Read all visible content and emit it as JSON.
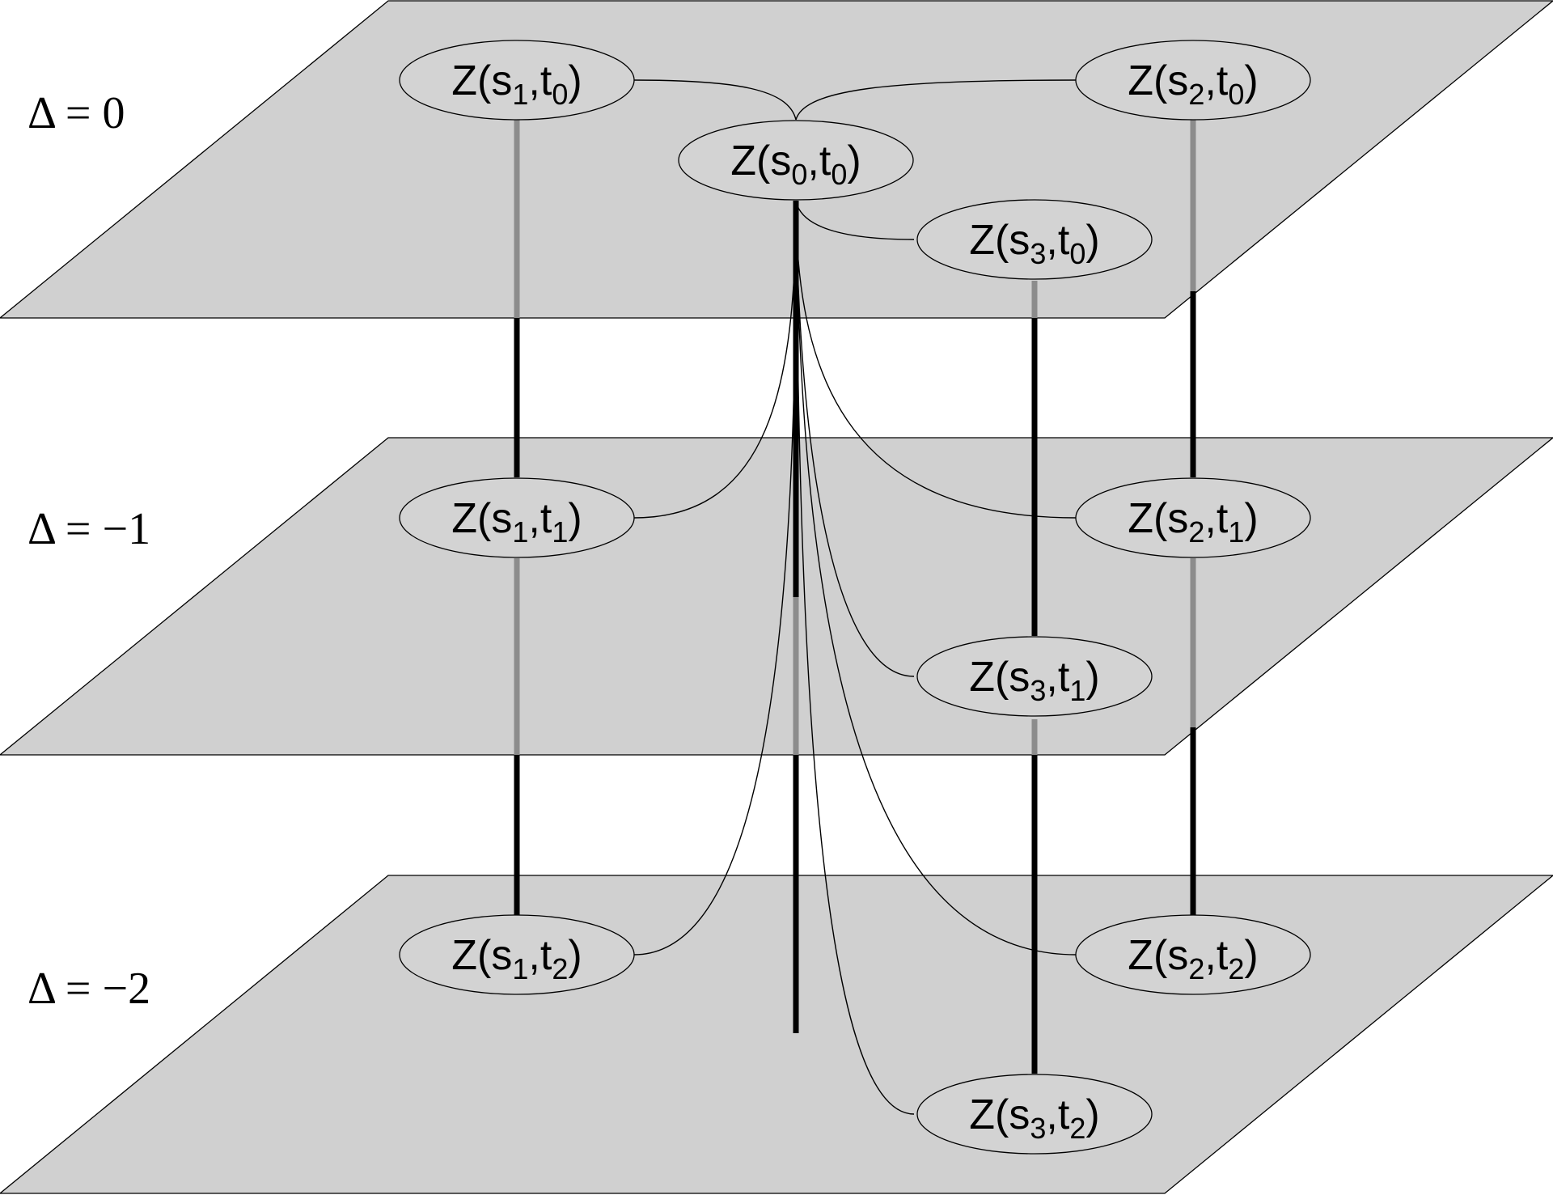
{
  "levels": [
    {
      "id": "d0",
      "label": "Δ = 0"
    },
    {
      "id": "d1",
      "label": "Δ = −1"
    },
    {
      "id": "d2",
      "label": "Δ = −2"
    }
  ],
  "nodes": {
    "s1t0": {
      "base": "Z(s",
      "i": "1",
      "mid": ",t",
      "j": "0",
      "end": ")"
    },
    "s2t0": {
      "base": "Z(s",
      "i": "2",
      "mid": ",t",
      "j": "0",
      "end": ")"
    },
    "s0t0": {
      "base": "Z(s",
      "i": "0",
      "mid": ",t",
      "j": "0",
      "end": ")"
    },
    "s3t0": {
      "base": "Z(s",
      "i": "3",
      "mid": ",t",
      "j": "0",
      "end": ")"
    },
    "s1t1": {
      "base": "Z(s",
      "i": "1",
      "mid": ",t",
      "j": "1",
      "end": ")"
    },
    "s2t1": {
      "base": "Z(s",
      "i": "2",
      "mid": ",t",
      "j": "1",
      "end": ")"
    },
    "s3t1": {
      "base": "Z(s",
      "i": "3",
      "mid": ",t",
      "j": "1",
      "end": ")"
    },
    "s1t2": {
      "base": "Z(s",
      "i": "1",
      "mid": ",t",
      "j": "2",
      "end": ")"
    },
    "s2t2": {
      "base": "Z(s",
      "i": "2",
      "mid": ",t",
      "j": "2",
      "end": ")"
    },
    "s3t2": {
      "base": "Z(s",
      "i": "3",
      "mid": ",t",
      "j": "2",
      "end": ")"
    }
  }
}
